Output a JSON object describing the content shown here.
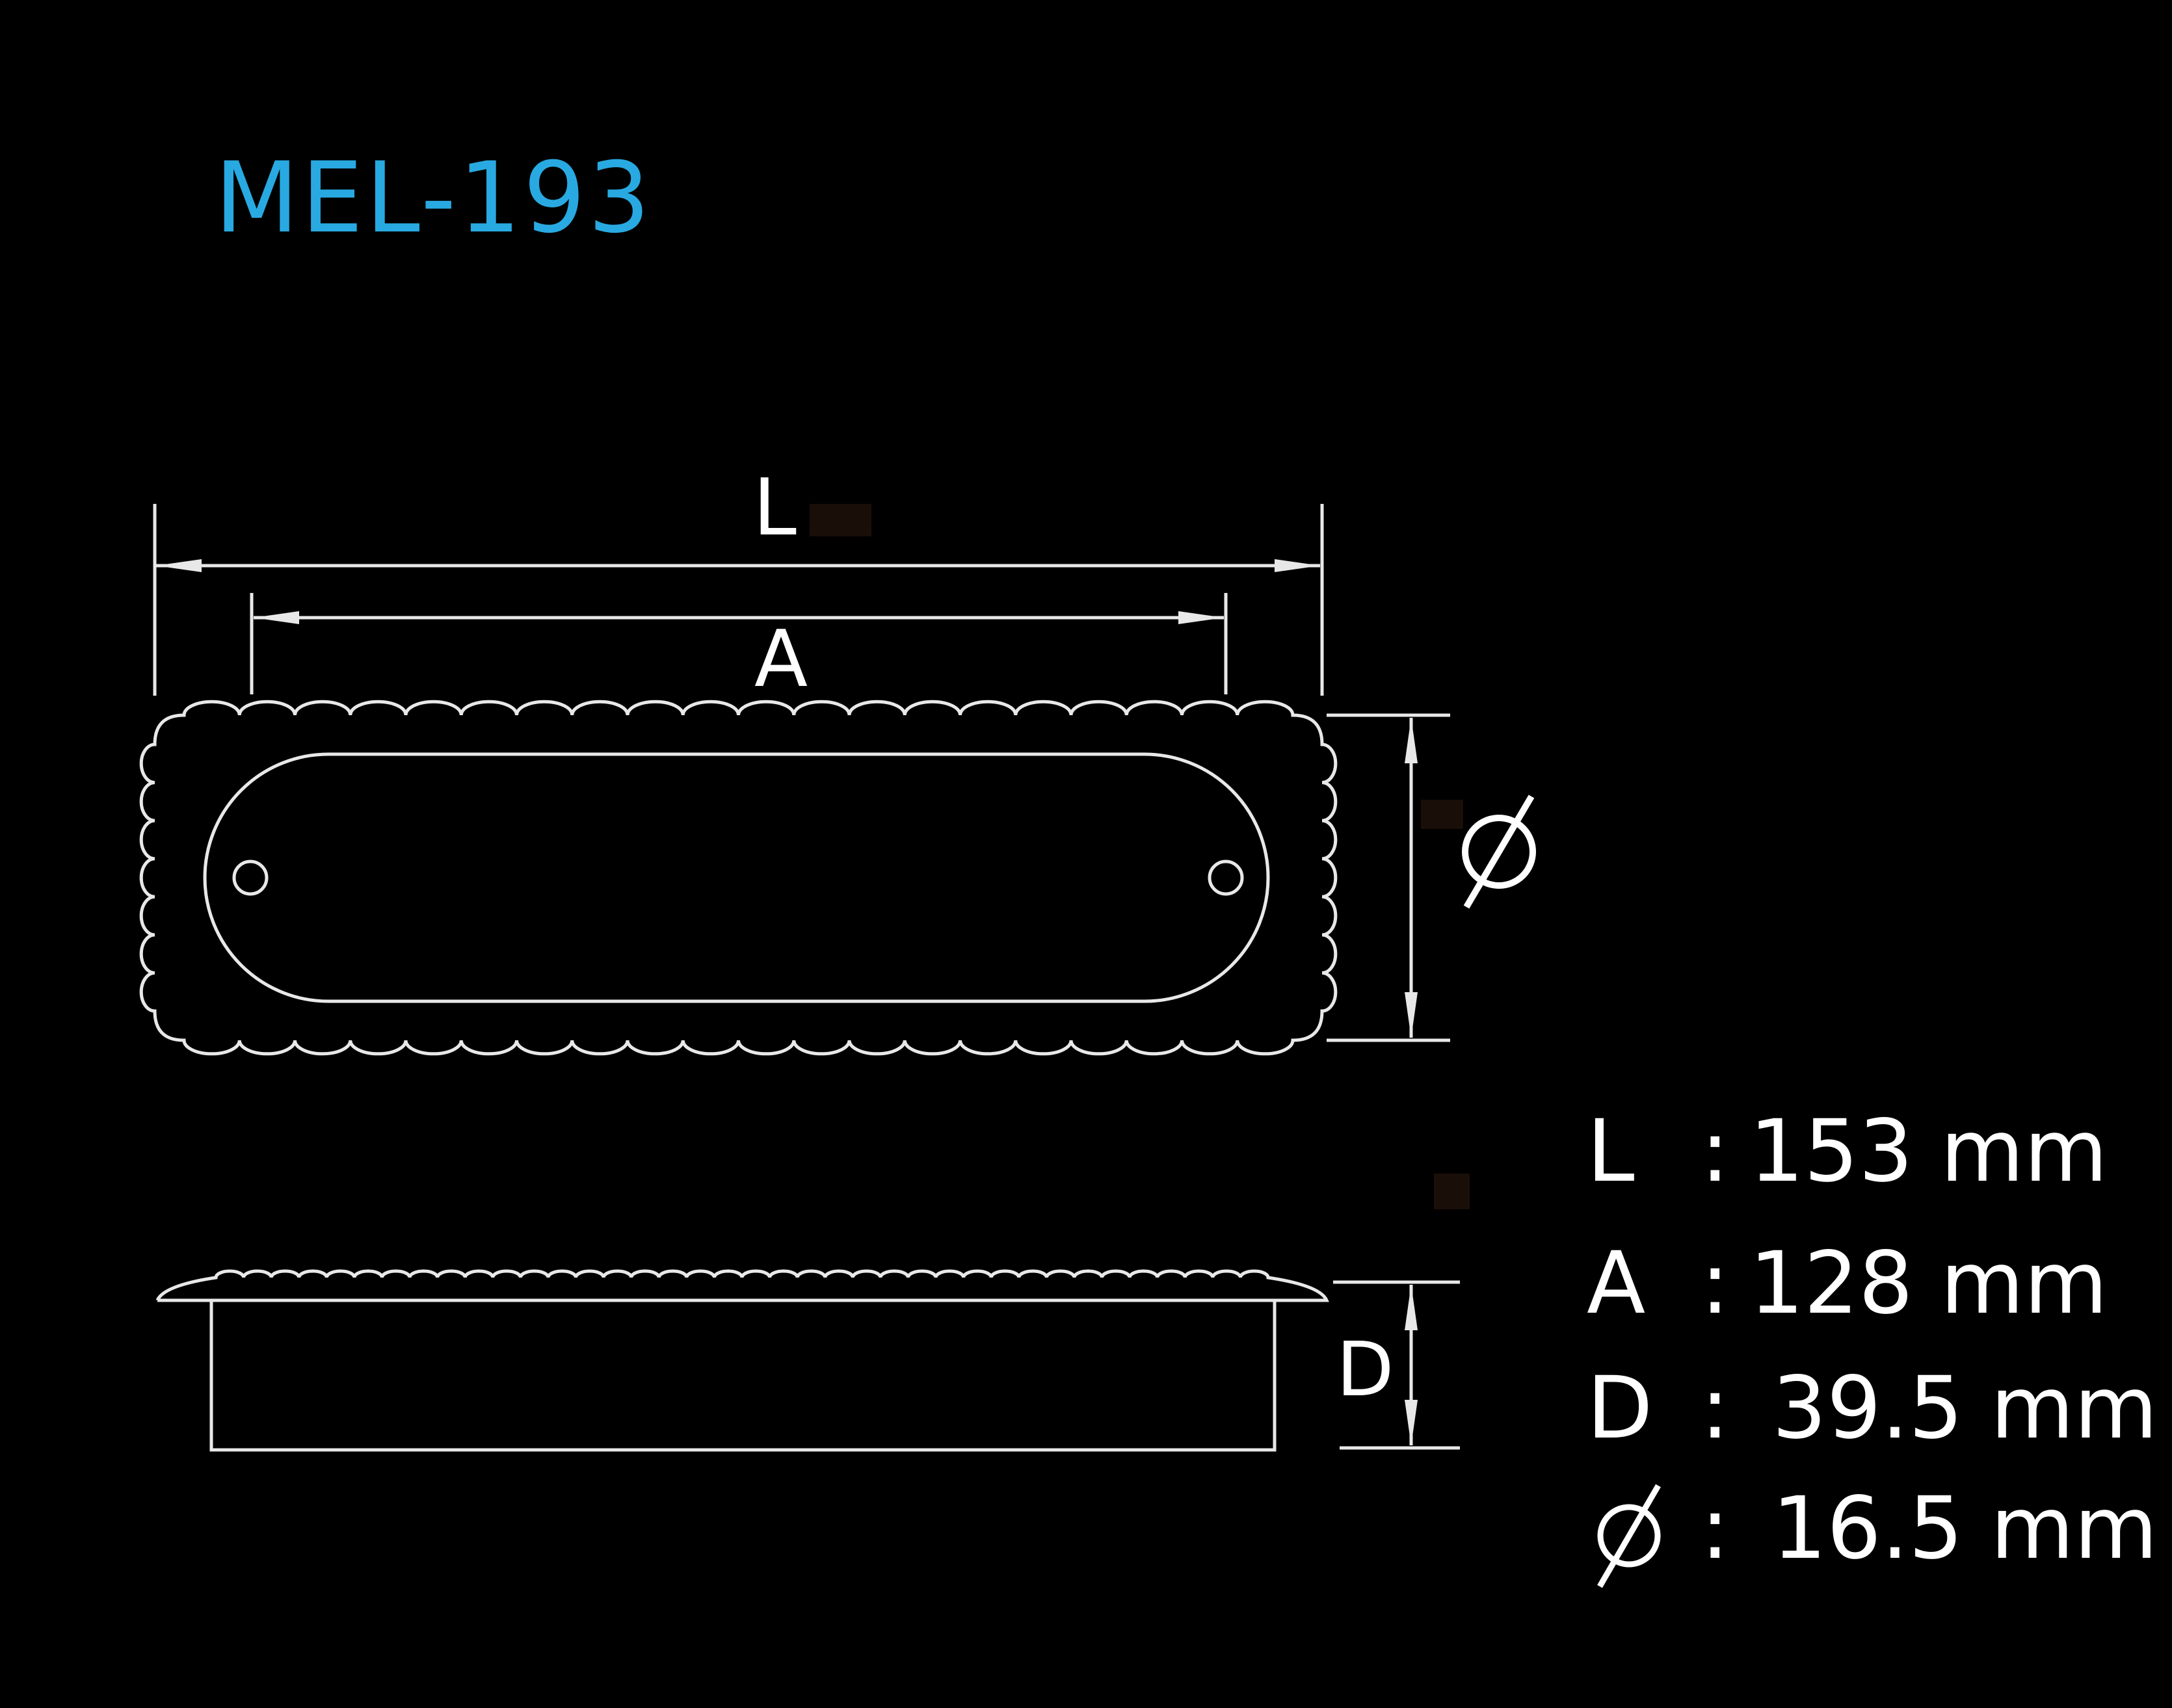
{
  "title": "MEL-193",
  "labels": {
    "length": "L",
    "inner": "A",
    "depth": "D",
    "diameter": "⌀"
  },
  "specs": [
    {
      "key": "L",
      "colon": ":",
      "value": "153 mm"
    },
    {
      "key": "A",
      "colon": ":",
      "value": "128 mm"
    },
    {
      "key": "D",
      "colon": ":",
      "value": "39.5 mm"
    },
    {
      "key": "⌀",
      "colon": ":",
      "value": "16.5 mm"
    }
  ],
  "colors": {
    "background": "#000000",
    "title": "#29a9e1",
    "lines": "#ffffff"
  }
}
